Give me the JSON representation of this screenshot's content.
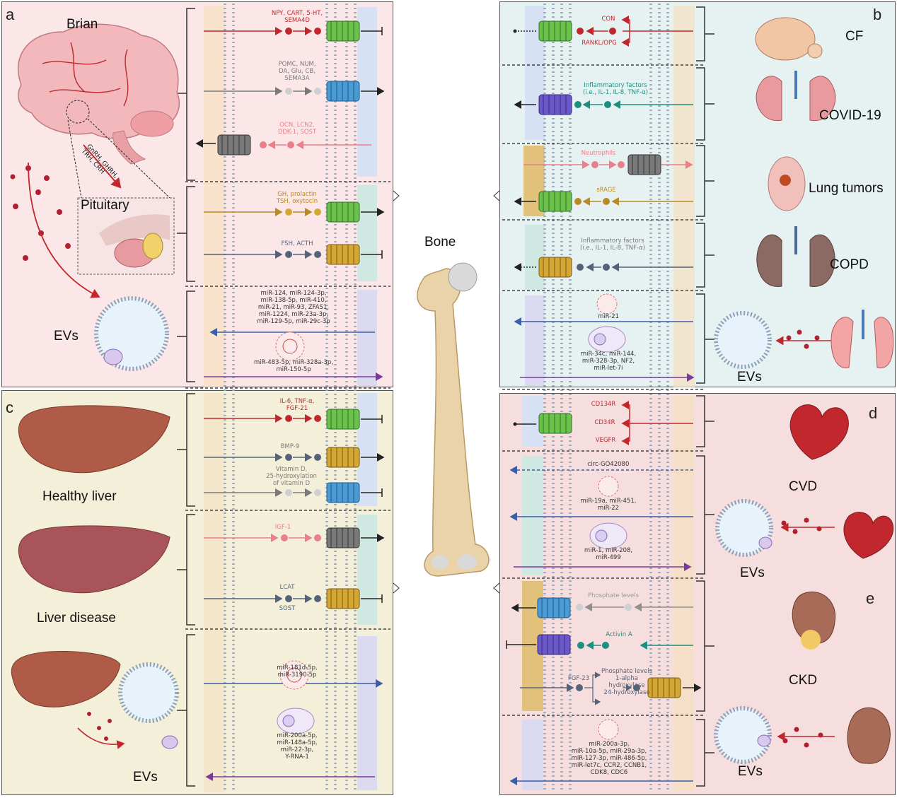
{
  "panels": {
    "a": "a",
    "b": "b",
    "c": "c",
    "d": "d",
    "e": "e"
  },
  "center": {
    "bone": "Bone"
  },
  "organs": {
    "brain": "Brian",
    "pituitary": "Pituitary",
    "hormone_arrow": [
      "GnRH, GHRH,",
      "TRH, CRH"
    ],
    "evs": "EVs",
    "cf": "CF",
    "covid": "COVID-19",
    "lung_tumors": "Lung tumors",
    "copd": "COPD",
    "healthy_liver": "Healthy liver",
    "liver_disease": "Liver disease",
    "cvd": "CVD",
    "ckd": "CKD"
  },
  "a_rows": {
    "r1": [
      "NPY, CART, 5-HT,",
      "SEMA4D"
    ],
    "r2": [
      "POMC, NUM,",
      "DA, Glu, CB,",
      "SEMA3A"
    ],
    "r3": [
      "OCN, LCN2,",
      "DDK-1, SOST"
    ],
    "r4": [
      "GH, prolactin",
      "TSH, oxytocin"
    ],
    "r5": "FSH, ACTH",
    "mirna_in": [
      "miR-124, miR-124-3p,",
      "miR-138-5p, miR-410,",
      "miR-21, miR-93, ZFAS1,",
      "miR-1224, miR-23a-3p,",
      "miR-129-5p, miR-29c-3p"
    ],
    "mirna_out": [
      "miR-483-5p, miR-328a-3p,",
      "miR-150-5p"
    ]
  },
  "b_rows": {
    "con": "CON",
    "rankl": "RANKL/OPG",
    "inflam1": [
      "Inflammatory factors",
      "(i.e., IL-1, IL-8, TNF-α)"
    ],
    "neutrophils": "Neutrophils",
    "srage": "sRAGE",
    "inflam2": [
      "Inflammatory factors",
      "(i.e., IL-1, IL-8, TNF-α)"
    ],
    "mir21": "miR-21",
    "mirna_out": [
      "miR-34c, miR-144,",
      "miR-328-3p, NF2,",
      "miR-let-7i"
    ]
  },
  "c_rows": {
    "r1": [
      "IL-6, TNF-α,",
      "FGF-21"
    ],
    "r2": "BMP-9",
    "r3": [
      "Vitamin D,",
      "25-hydroxylation",
      "of vitamin D"
    ],
    "r4": "IGF-1",
    "r5": "LCAT",
    "r6": "SOST",
    "mirna1": [
      "miR-181d-5p,",
      "miR-3190-5p"
    ],
    "mirna2": [
      "miR-200a-5p,",
      "miR-148a-5p,",
      "miR-22-3p,",
      "Y-RNA-1"
    ]
  },
  "d_rows": {
    "cd134r": "CD134R",
    "cd34r": "CD34R",
    "vegfr": "VEGFR",
    "circ": "circ-GO42080",
    "mirna1": [
      "miR-19a, miR-451,",
      "miR-22"
    ],
    "mirna2": [
      "miR-1, miR-208,",
      "miR-499"
    ]
  },
  "e_rows": {
    "phosphate": "Phosphate levels",
    "activin": "Activin A",
    "fgf23": "FGF-23",
    "branch": [
      "Phosphate levels",
      "1-alpha",
      "hydroxylase",
      "24-hydroxylase"
    ],
    "mirna": [
      "miR-200a-3p,",
      "miR-10a-5p, miR-29a-3p,",
      "miR-127-3p, miR-486-5p,",
      "miR-let7c, CCR2, CCNB1,",
      "CDK8, CDC6"
    ]
  },
  "colors": {
    "red": "#c0282e",
    "gray": "#7a7a7a",
    "pink": "#e87f8a",
    "gold": "#b98a25",
    "slate": "#55637a",
    "teal": "#1e8f7e",
    "blue": "#3a5ea8",
    "purple": "#7a3a9a"
  }
}
